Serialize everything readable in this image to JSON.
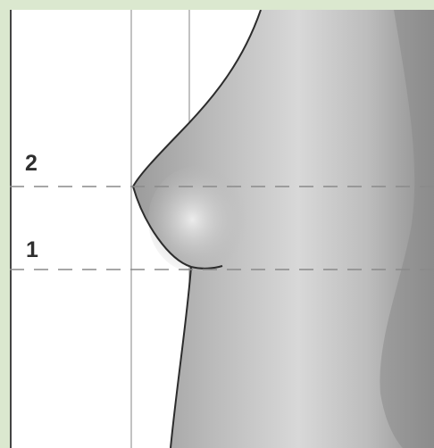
{
  "diagram": {
    "labels": [
      {
        "id": "line-2",
        "text": "2"
      },
      {
        "id": "line-1",
        "text": "1"
      }
    ],
    "colors": {
      "frame": "#dbe8cf",
      "background": "#ffffff",
      "guide_lines": "#8a8a8a",
      "outline": "#2c2c2c",
      "body_fill": "#a8a8a8",
      "label_text": "#2f2f2f"
    }
  }
}
